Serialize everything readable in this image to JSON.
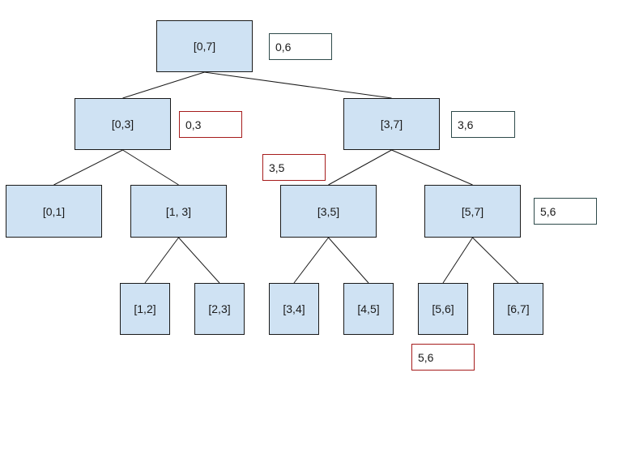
{
  "nodes": {
    "n_0_7": "[0,7]",
    "n_0_3": "[0,3]",
    "n_3_7": "[3,7]",
    "n_0_1": "[0,1]",
    "n_1_3": "[1, 3]",
    "n_3_5": "[3,5]",
    "n_5_7": "[5,7]",
    "n_1_2": "[1,2]",
    "n_2_3": "[2,3]",
    "n_3_4": "[3,4]",
    "n_4_5": "[4,5]",
    "n_5_6": "[5,6]",
    "n_6_7": "[6,7]"
  },
  "annotations": {
    "root": "0,6",
    "left": "0,3",
    "right": "3,6",
    "query": "3,5",
    "right_right": "5,6",
    "leaf": "5,6"
  },
  "edges": [
    [
      "n-0-7",
      "n-0-3"
    ],
    [
      "n-0-7",
      "n-3-7"
    ],
    [
      "n-0-3",
      "n-0-1"
    ],
    [
      "n-0-3",
      "n-1-3"
    ],
    [
      "n-3-7",
      "n-3-5"
    ],
    [
      "n-3-7",
      "n-5-7"
    ],
    [
      "n-1-3",
      "n-1-2"
    ],
    [
      "n-1-3",
      "n-2-3"
    ],
    [
      "n-3-5",
      "n-3-4"
    ],
    [
      "n-3-5",
      "n-4-5"
    ],
    [
      "n-5-7",
      "n-5-6"
    ],
    [
      "n-5-7",
      "n-6-7"
    ]
  ],
  "colors": {
    "node_fill": "#cfe2f3",
    "node_border": "#1a1a1a",
    "edge": "#1a1a1a",
    "annotation_border_dark": "#2e4a4a",
    "annotation_border_red": "#a61c1c"
  }
}
